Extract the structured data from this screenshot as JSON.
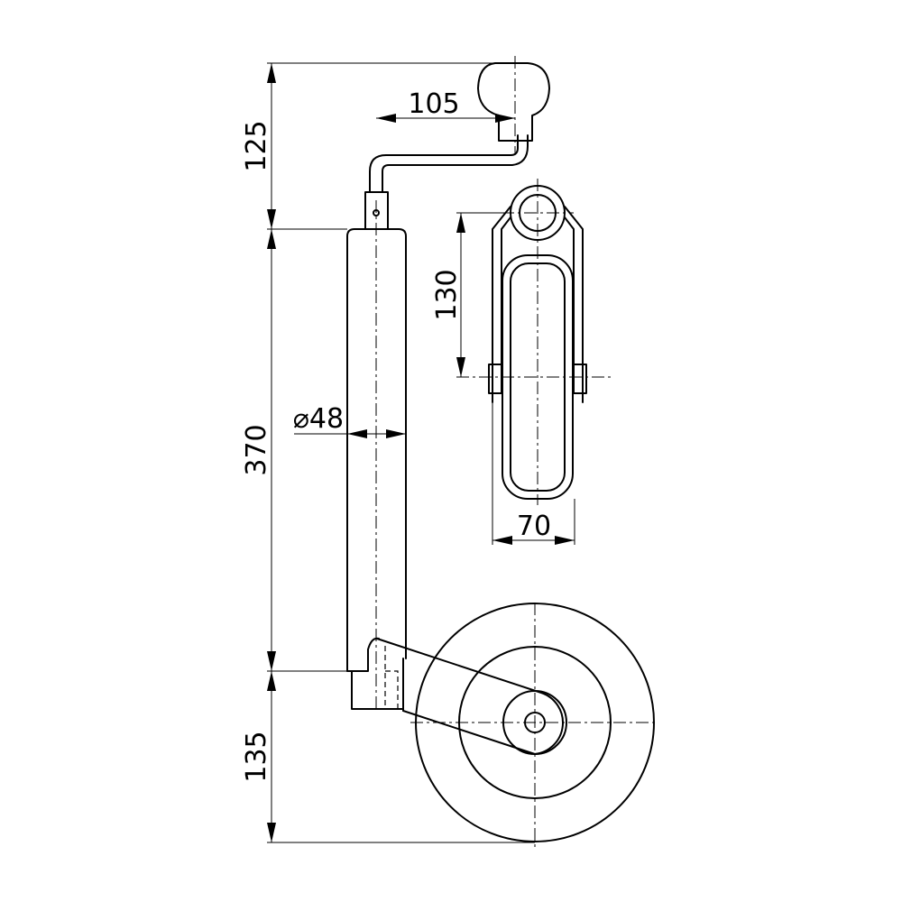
{
  "dimensions": {
    "handle_height": "125",
    "crank_reach": "105",
    "tube_length": "370",
    "tube_diameter": "⌀48",
    "wheel_height": "135",
    "fork_height": "130",
    "wheel_width": "70"
  },
  "colors": {
    "line": "#000000",
    "background": "#ffffff"
  }
}
